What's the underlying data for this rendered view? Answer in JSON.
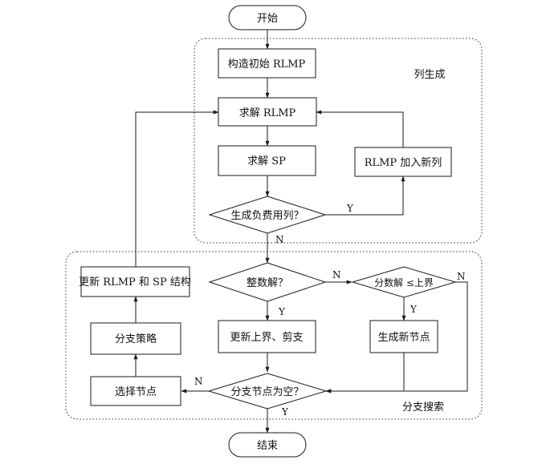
{
  "flowchart": {
    "start": "开始",
    "end": "结束",
    "build_initial": "构造初始 RLMP",
    "solve_rlmp": "求解 RLMP",
    "solve_sp": "求解 SP",
    "add_column": "RLMP 加入新列",
    "negative_cost_question": "生成负费用列？",
    "integer_question": "整数解？",
    "fraction_question": "分数解 ≤上界",
    "update_bound": "更新上界、剪支",
    "new_nodes": "生成新节点",
    "node_empty_question": "分支节点为空？",
    "select_node": "选择节点",
    "branch_strategy": "分支策略",
    "update_structure": "更新 RLMP 和 SP 结构"
  },
  "regions": {
    "column_generation": "列生成",
    "branch_search": "分支搜索"
  },
  "edge_labels": {
    "yes": "Y",
    "no": "N"
  }
}
